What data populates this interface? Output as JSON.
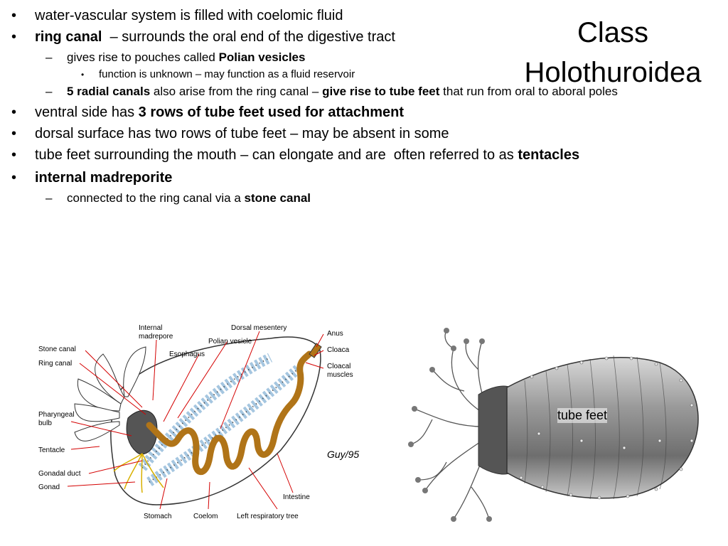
{
  "title": {
    "line1": "Class",
    "line2": "Holothuroidea"
  },
  "bullets": {
    "b1": {
      "text": "water-vascular system is filled with coelomic fluid"
    },
    "b2": {
      "bold": "ring canal",
      "text": "  – surrounds the oral end of the digestive tract"
    },
    "b2a": {
      "text": "gives rise to pouches called ",
      "bold": "Polian vesicles"
    },
    "b2a1": {
      "text": "function is unknown – may function as a fluid reservoir"
    },
    "b2b": {
      "bold1": "5 radial canals",
      "text1": " also arise from the ring canal – ",
      "bold2": "give rise to tube feet",
      "text2": " that run from oral to aboral poles"
    },
    "b3": {
      "text": "ventral side has ",
      "bold": "3 rows of tube feet used for attachment"
    },
    "b4": {
      "text": "dorsal surface has two rows of tube feet – may be absent in some"
    },
    "b5": {
      "text": "tube feet surrounding the mouth – can elongate and are  often referred to as ",
      "bold": "tentacles"
    },
    "b6": {
      "bold": "internal madreporite"
    },
    "b6a": {
      "text": "connected to the ring canal via a ",
      "bold": "stone canal"
    }
  },
  "diagram": {
    "labels": {
      "internal_madrepore": [
        "Internal",
        "madrepore"
      ],
      "dorsal_mesentery": "Dorsal mesentery",
      "anus": "Anus",
      "polian_vesicle": "Polian vesicle",
      "cloaca": "Cloaca",
      "cloacal_muscles": [
        "Cloacal",
        "muscles"
      ],
      "stone_canal": "Stone canal",
      "esophagus": "Esophagus",
      "ring_canal": "Ring canal",
      "pharyngeal_bulb": [
        "Pharyngeal",
        "bulb"
      ],
      "tentacle": "Tentacle",
      "gonadal_duct": "Gonadal duct",
      "gonad": "Gonad",
      "intestine": "Intestine",
      "stomach": "Stomach",
      "coelom": "Coelom",
      "left_respiratory_tree": "Left respiratory tree",
      "signature": "Guy/95"
    },
    "colors": {
      "leader": "#d40000",
      "gut": "#b07418",
      "water": "#8fb8d8",
      "body": "#444444"
    }
  },
  "photo": {
    "caption": "tube feet"
  }
}
